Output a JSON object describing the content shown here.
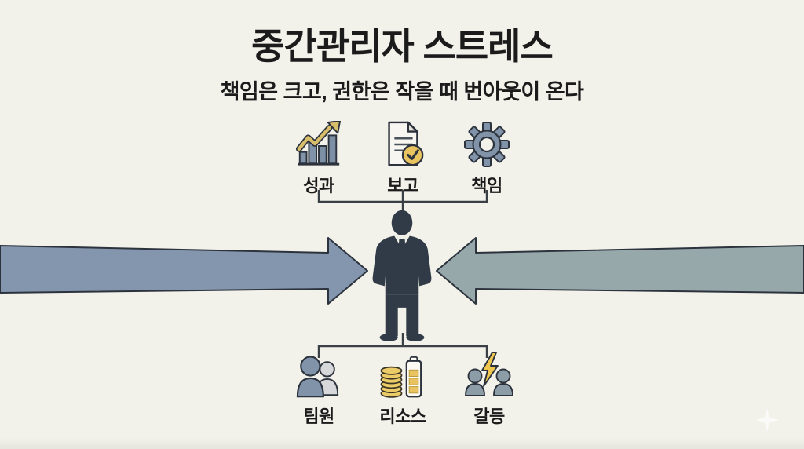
{
  "title": "중간관리자 스트레스",
  "subtitle": "책임은 크고, 권한은 작을 때 번아웃이 온다",
  "top_row": {
    "items": [
      {
        "label": "성과",
        "icon": "bar-chart-growth-icon"
      },
      {
        "label": "보고",
        "icon": "report-check-icon"
      },
      {
        "label": "책임",
        "icon": "gear-icon"
      }
    ]
  },
  "bottom_row": {
    "items": [
      {
        "label": "팀원",
        "icon": "team-members-icon"
      },
      {
        "label": "리소스",
        "icon": "coins-battery-icon"
      },
      {
        "label": "갈등",
        "icon": "conflict-lightning-icon"
      }
    ]
  },
  "center": {
    "figure": "businessman-silhouette"
  },
  "colors": {
    "background": "#F2F1EA",
    "text": "#1B1B1B",
    "left_arrow": "#8496AE",
    "right_arrow": "#97A8AB",
    "outline": "#2C333D",
    "silhouette": "#303B47",
    "icon_blue": "#8093A9",
    "accent_gold": "#E9C35F",
    "light_gray": "#D6D8DA"
  }
}
